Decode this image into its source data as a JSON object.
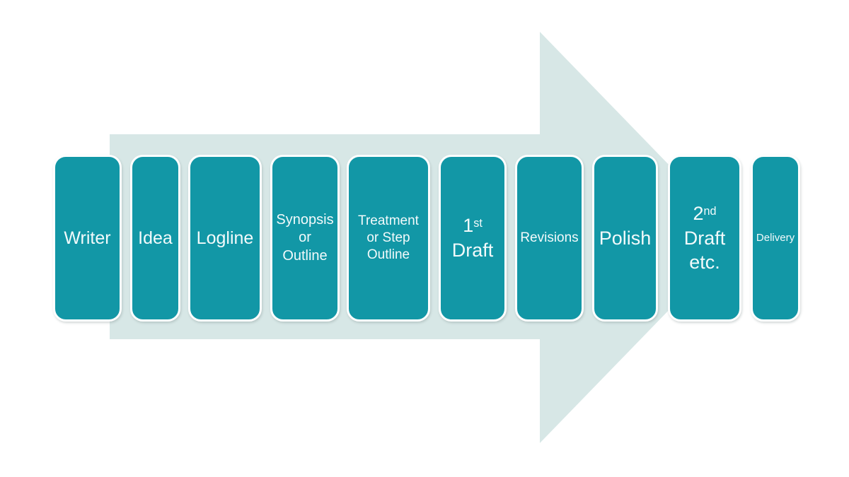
{
  "diagram": {
    "type": "process-flow-arrow",
    "direction": "left-to-right",
    "colors": {
      "background": "#ffffff",
      "arrow": "#d7e7e6",
      "box": "#1297a6",
      "box_border": "#ffffff",
      "text": "#f2fafb"
    },
    "steps": [
      {
        "id": "writer",
        "label": "Writer",
        "lines": [
          [
            {
              "t": "Writer"
            }
          ]
        ]
      },
      {
        "id": "idea",
        "label": "Idea",
        "lines": [
          [
            {
              "t": "Idea"
            }
          ]
        ]
      },
      {
        "id": "logline",
        "label": "Logline",
        "lines": [
          [
            {
              "t": "Logline"
            }
          ]
        ]
      },
      {
        "id": "synopsis",
        "label": "Synopsis or Outline",
        "lines": [
          [
            {
              "t": "Synopsis"
            }
          ],
          [
            {
              "t": "or"
            }
          ],
          [
            {
              "t": "Outline"
            }
          ]
        ]
      },
      {
        "id": "treatment",
        "label": "Treatment or Step Outline",
        "lines": [
          [
            {
              "t": "Treatment"
            }
          ],
          [
            {
              "t": "or Step"
            }
          ],
          [
            {
              "t": "Outline"
            }
          ]
        ]
      },
      {
        "id": "first-draft",
        "label": "1st Draft",
        "lines": [
          [
            {
              "t": "1"
            },
            {
              "sup": "st"
            }
          ],
          [
            {
              "t": "Draft"
            }
          ]
        ]
      },
      {
        "id": "revisions",
        "label": "Revisions",
        "lines": [
          [
            {
              "t": "Revisions"
            }
          ]
        ]
      },
      {
        "id": "polish",
        "label": "Polish",
        "lines": [
          [
            {
              "t": "Polish"
            }
          ]
        ]
      },
      {
        "id": "second-draft",
        "label": "2nd Draft etc.",
        "lines": [
          [
            {
              "t": "2"
            },
            {
              "sup": "nd"
            }
          ],
          [
            {
              "t": "Draft"
            }
          ],
          [
            {
              "t": "etc."
            }
          ]
        ]
      },
      {
        "id": "delivery",
        "label": "Delivery",
        "lines": [
          [
            {
              "t": "Delivery"
            }
          ]
        ]
      }
    ]
  }
}
